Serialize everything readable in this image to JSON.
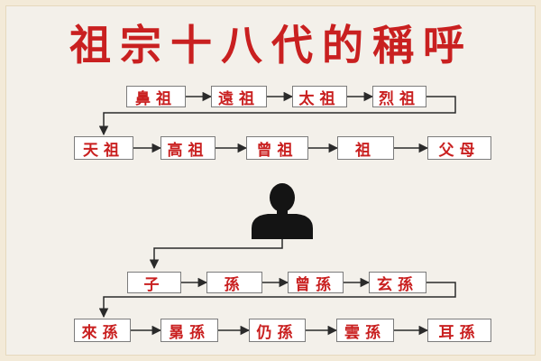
{
  "title": "祖宗十八代的稱呼",
  "colors": {
    "text": "#c92020",
    "box_border": "#7c7c7c",
    "line": "#2a2a2a",
    "background": "#f3f0ea"
  },
  "rows": [
    [
      "鼻祖",
      "遠祖",
      "太祖",
      "烈祖"
    ],
    [
      "天祖",
      "高祖",
      "曾祖",
      "祖",
      "父母"
    ],
    [
      "子",
      "孫",
      "曾孫",
      "玄孫"
    ],
    [
      "來孫",
      "晜孫",
      "仍孫",
      "雲孫",
      "耳孫"
    ]
  ],
  "center_icon": "person-silhouette-icon"
}
